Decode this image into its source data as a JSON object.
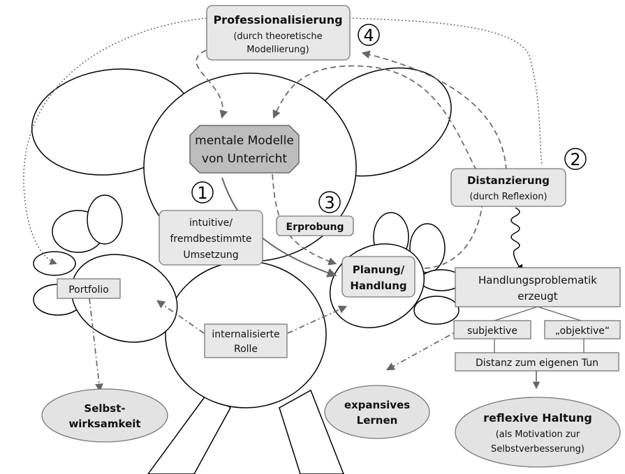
{
  "professionalisierung": {
    "title": "Professionalisierung",
    "line1": "(durch theoretische",
    "line2": "Modellierung)"
  },
  "mentale_modelle": {
    "line1": "mentale Modelle",
    "line2": "von Unterricht"
  },
  "distanzierung": {
    "title": "Distanzierung",
    "subtitle": "(durch Reflexion)"
  },
  "intuitive": {
    "line1": "intuitive/",
    "line2": "fremdbestimmte",
    "line3": "Umsetzung"
  },
  "erprobung": "Erprobung",
  "planung": {
    "line1": "Planung/",
    "line2": "Handlung"
  },
  "portfolio": "Portfolio",
  "internalisierte": {
    "line1": "internalisierte",
    "line2": "Rolle"
  },
  "handlungsproblematik": {
    "line1": "Handlungsproblematik",
    "line2": "erzeugt"
  },
  "subjektive": "subjektive",
  "objektive": "„objektive“",
  "distanz": "Distanz zum eigenen Tun",
  "selbstwirksamkeit": {
    "line1": "Selbst-",
    "line2": "wirksamkeit"
  },
  "expansives": {
    "line1": "expansives",
    "line2": "Lernen"
  },
  "reflexive": {
    "line1": "reflexive Haltung",
    "line2": "(als Motivation zur",
    "line3": "Selbstverbesserung)"
  },
  "numbers": {
    "n1": "1",
    "n2": "2",
    "n3": "3",
    "n4": "4"
  },
  "colors": {
    "box": "#e8e8e8",
    "octagon": "#bdbdbd",
    "oval": "#e3e3e3",
    "arrow": "#666666",
    "outline": "#000000"
  }
}
